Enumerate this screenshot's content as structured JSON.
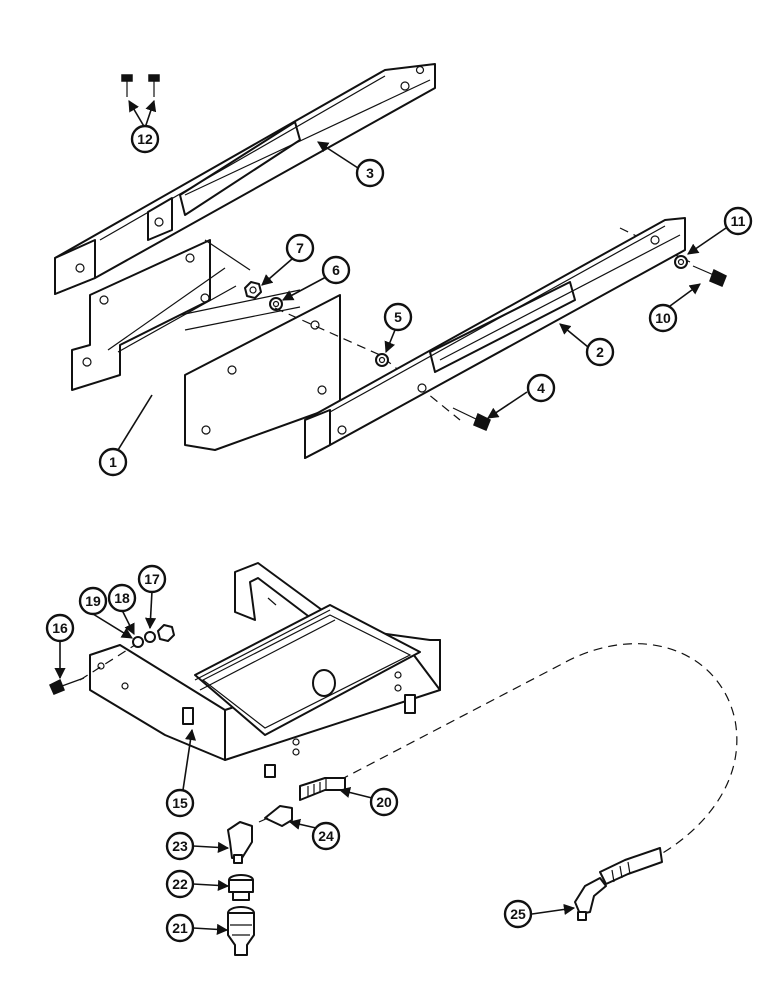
{
  "callouts": [
    {
      "id": "c1",
      "label": "1"
    },
    {
      "id": "c2",
      "label": "2"
    },
    {
      "id": "c3",
      "label": "3"
    },
    {
      "id": "c4",
      "label": "4"
    },
    {
      "id": "c5",
      "label": "5"
    },
    {
      "id": "c6",
      "label": "6"
    },
    {
      "id": "c7",
      "label": "7"
    },
    {
      "id": "c10",
      "label": "10"
    },
    {
      "id": "c11",
      "label": "11"
    },
    {
      "id": "c12",
      "label": "12"
    },
    {
      "id": "c15",
      "label": "15"
    },
    {
      "id": "c16",
      "label": "16"
    },
    {
      "id": "c17",
      "label": "17"
    },
    {
      "id": "c18",
      "label": "18"
    },
    {
      "id": "c19",
      "label": "19"
    },
    {
      "id": "c20",
      "label": "20"
    },
    {
      "id": "c21",
      "label": "21"
    },
    {
      "id": "c22",
      "label": "22"
    },
    {
      "id": "c23",
      "label": "23"
    },
    {
      "id": "c24",
      "label": "24"
    },
    {
      "id": "c25",
      "label": "25"
    }
  ]
}
